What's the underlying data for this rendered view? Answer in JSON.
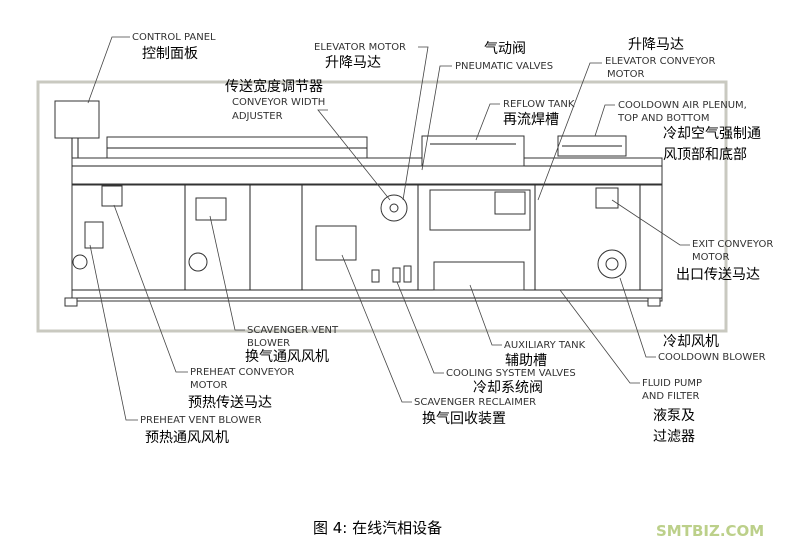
{
  "figure": {
    "caption": "图 4: 在线汽相设备",
    "watermark": "SMTBIZ.COM"
  },
  "labels": [
    {
      "id": "control-panel",
      "en": [
        "CONTROL PANEL"
      ],
      "zh": "控制面板"
    },
    {
      "id": "elevator-motor",
      "en": [
        "ELEVATOR MOTOR"
      ],
      "zh": "升降马达"
    },
    {
      "id": "pneumatic-valves",
      "en": [
        "PNEUMATIC VALVES"
      ],
      "zh": "气动阀"
    },
    {
      "id": "elevator-conveyor-motor",
      "en": [
        "ELEVATOR CONVEYOR",
        "MOTOR"
      ],
      "zh": "升降马达"
    },
    {
      "id": "conveyor-width-adjuster",
      "en": [
        "CONVEYOR WIDTH",
        "ADJUSTER"
      ],
      "zh": "传送宽度调节器"
    },
    {
      "id": "reflow-tank",
      "en": [
        "REFLOW TANK"
      ],
      "zh": "再流焊槽"
    },
    {
      "id": "cooldown-air-plenum",
      "en": [
        "COOLDOWN AIR PLENUM,",
        "TOP AND BOTTOM"
      ],
      "zh": [
        "冷却空气强制通",
        "风顶部和底部"
      ]
    },
    {
      "id": "exit-conveyor-motor",
      "en": [
        "EXIT CONVEYOR",
        "MOTOR"
      ],
      "zh": "出口传送马达"
    },
    {
      "id": "scavenger-vent-blower",
      "en": [
        "SCAVENGER VENT",
        "BLOWER"
      ],
      "zh": "换气通风风机"
    },
    {
      "id": "preheat-conveyor-motor",
      "en": [
        "PREHEAT CONVEYOR",
        "MOTOR"
      ],
      "zh": "预热传送马达"
    },
    {
      "id": "preheat-vent-blower",
      "en": [
        "PREHEAT VENT BLOWER"
      ],
      "zh": "预热通风风机"
    },
    {
      "id": "auxiliary-tank",
      "en": [
        "AUXILIARY TANK"
      ],
      "zh": "辅助槽"
    },
    {
      "id": "cooling-system-valves",
      "en": [
        "COOLING SYSTEM VALVES"
      ],
      "zh": "冷却系统阀"
    },
    {
      "id": "scavenger-reclaimer",
      "en": [
        "SCAVENGER RECLAIMER"
      ],
      "zh": "换气回收装置"
    },
    {
      "id": "cooldown-blower",
      "en": [
        "COOLDOWN BLOWER"
      ],
      "zh": "冷却风机"
    },
    {
      "id": "fluid-pump-filter",
      "en": [
        "FLUID PUMP",
        "AND FILTER"
      ],
      "zh": [
        "液泵及",
        "过滤器"
      ]
    }
  ]
}
